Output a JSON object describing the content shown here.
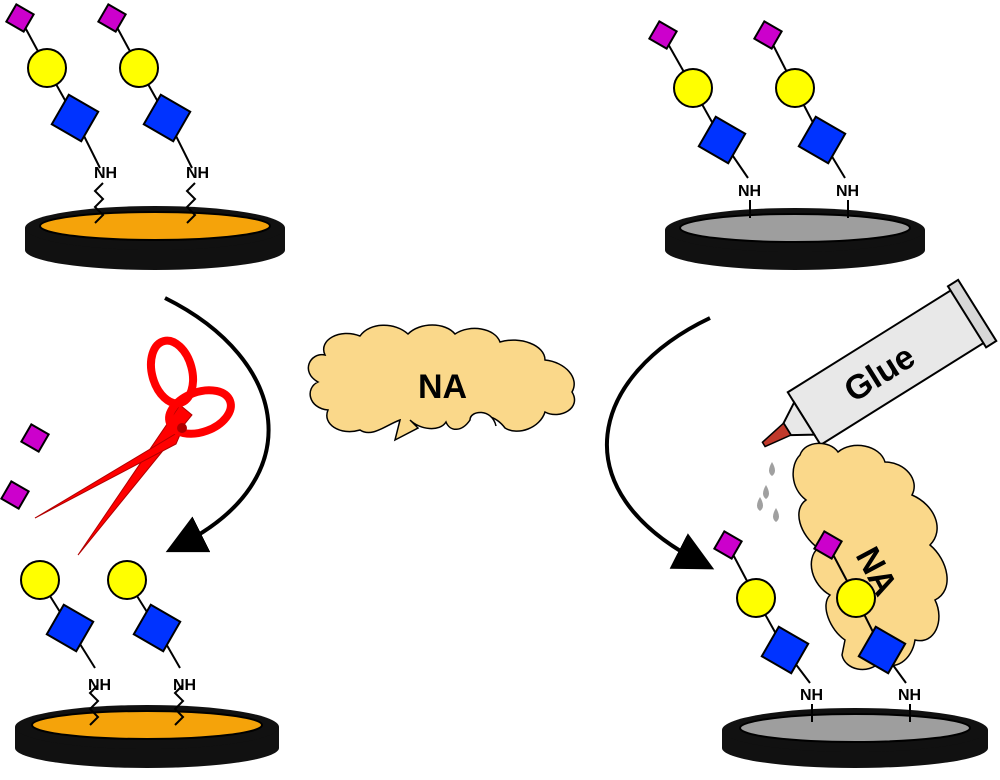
{
  "labels": {
    "nh": "NH",
    "na_center": "NA",
    "na_bound": "NA",
    "glue": "Glue"
  },
  "colors": {
    "sialic_acid": "#cc00cc",
    "galactose": "#ffff00",
    "glcnac": "#0033ff",
    "surface_disk": "#111111",
    "gold_surface": "#f5a30a",
    "gray_surface": "#9e9e9e",
    "neuraminidase": "#fad88a",
    "scissors": "#ff0000",
    "glue_tube": "#e8e8e8",
    "glue_nozzle": "#c0392b",
    "droplet": "#a0a0a0"
  },
  "icons": [
    "scissors-icon",
    "glue-tube-icon",
    "droplet-icon",
    "curved-arrow-icon"
  ]
}
